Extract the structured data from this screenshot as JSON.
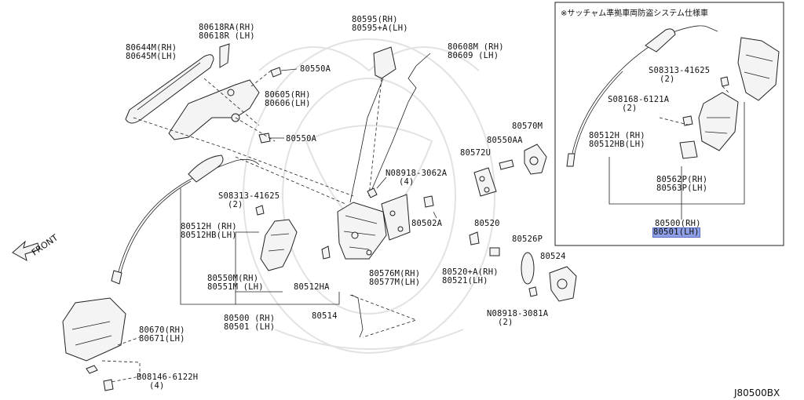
{
  "diagram_code": "J80500BX",
  "front_label": "FRONT",
  "inset_note": "※サッチャム準拠車両防盗システム仕様車",
  "labels": {
    "p80618": [
      "80618RA(RH)",
      "80618R (LH)"
    ],
    "p80644": [
      "80644M(RH)",
      "80645M(LH)"
    ],
    "p80550A_top": "80550A",
    "p80605": [
      "80605(RH)",
      "80606(LH)"
    ],
    "p80550A_mid": "80550A",
    "p80595": [
      "80595(RH)",
      "80595+A(LH)"
    ],
    "p80608": [
      "80608M (RH)",
      "80609 (LH)"
    ],
    "p08918_3062A": [
      "N08918-3062A",
      "(4)"
    ],
    "p08313_left": [
      "S08313-41625",
      "(2)"
    ],
    "p80512H_left": [
      "80512H (RH)",
      "80512HB(LH)"
    ],
    "p80550M": [
      "80550M(RH)",
      "80551M (LH)"
    ],
    "p80512HA": "80512HA",
    "p80502A": "80502A",
    "p80576M": [
      "80576M(RH)",
      "80577M(LH)"
    ],
    "p80550AA": "80550AA",
    "p80570M": "80570M",
    "p80572U": "80572U",
    "p80520": "80520",
    "p80526P": "80526P",
    "p80520A": [
      "80520+A(RH)",
      "80521(LH)"
    ],
    "p80524": "80524",
    "p08918_3081A": [
      "N08918-3081A",
      "(2)"
    ],
    "p80500_main": [
      "80500 (RH)",
      "80501 (LH)"
    ],
    "p80514": "80514",
    "p80670": [
      "80670(RH)",
      "80671(LH)"
    ],
    "p08146": [
      "B08146-6122H",
      "(4)"
    ],
    "inset_08313": [
      "S08313-41625",
      "(2)"
    ],
    "inset_08168": [
      "S08168-6121A",
      "(2)"
    ],
    "inset_80512H": [
      "80512H (RH)",
      "80512HB(LH)"
    ],
    "inset_80562P": [
      "80562P(RH)",
      "80563P(LH)"
    ],
    "inset_80500_rh": "80500(RH)",
    "inset_80501_lh": "80501(LH)"
  },
  "highlight_color": "#8fa0e6"
}
